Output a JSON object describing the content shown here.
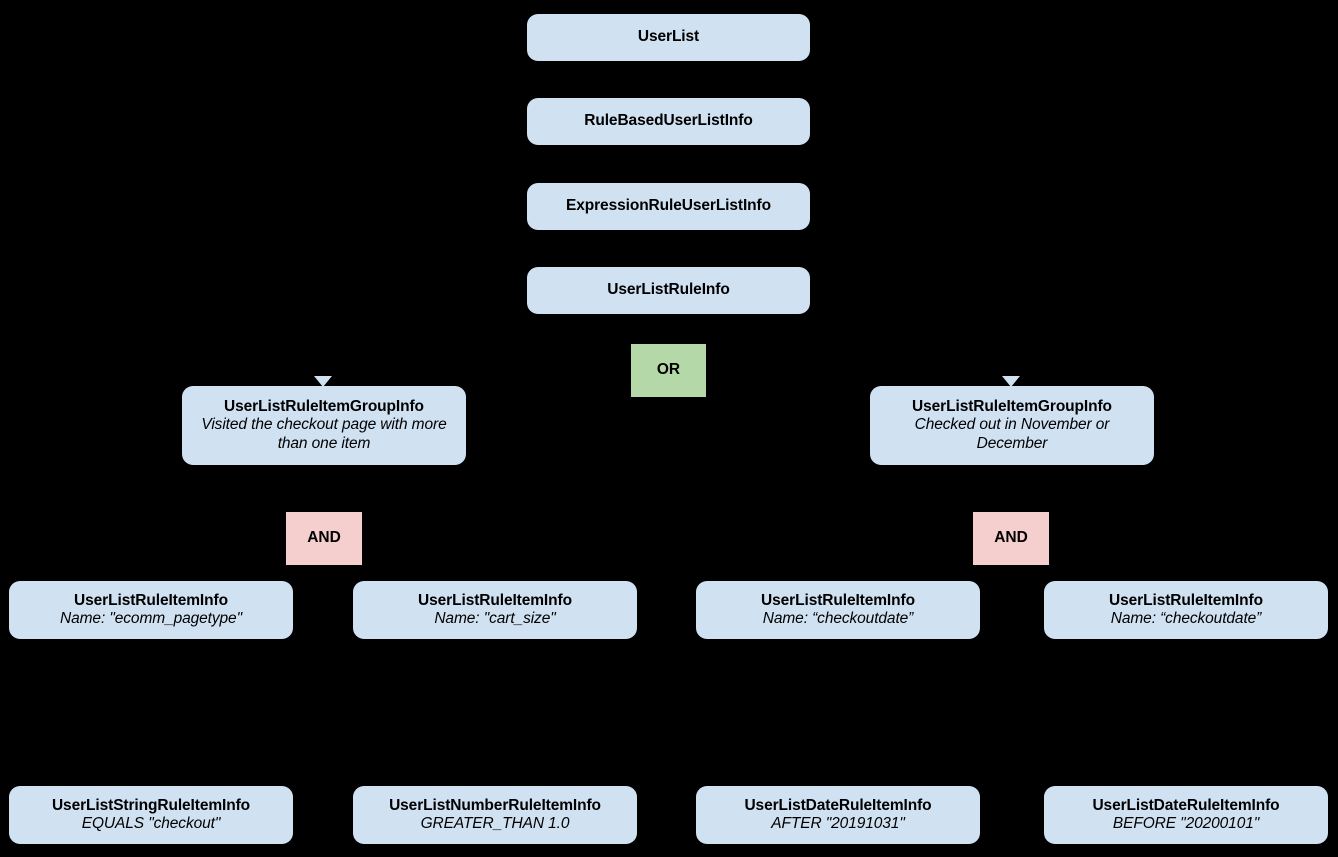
{
  "diagram": {
    "type": "hierarchy-tree",
    "background_color": "#000000",
    "entity_color": "#d0e1f2",
    "or_color": "#b4d8a8",
    "and_color": "#f5cece",
    "text_color": "#000000"
  },
  "nodes": {
    "user_list": {
      "title": "UserList"
    },
    "rule_based_user_list_info": {
      "title": "RuleBasedUserListInfo"
    },
    "expression_rule_user_list_info": {
      "title": "ExpressionRuleUserListInfo"
    },
    "user_list_rule_info": {
      "title": "UserListRuleInfo"
    },
    "or_operator": {
      "label": "OR"
    },
    "group_left": {
      "title": "UserListRuleItemGroupInfo",
      "desc": "Visited the checkout page with more than one item"
    },
    "group_right": {
      "title": "UserListRuleItemGroupInfo",
      "desc": "Checked out in November or December"
    },
    "and_left": {
      "label": "AND"
    },
    "and_right": {
      "label": "AND"
    },
    "item_1": {
      "title": "UserListRuleItemInfo",
      "desc": "Name: \"ecomm_pagetype\""
    },
    "item_2": {
      "title": "UserListRuleItemInfo",
      "desc": "Name: \"cart_size\""
    },
    "item_3": {
      "title": "UserListRuleItemInfo",
      "desc": "Name: “checkoutdate”"
    },
    "item_4": {
      "title": "UserListRuleItemInfo",
      "desc": "Name: “checkoutdate”"
    },
    "leaf_1": {
      "title": "UserListStringRuleItemInfo",
      "desc": "EQUALS \"checkout\""
    },
    "leaf_2": {
      "title": "UserListNumberRuleItemInfo",
      "desc": "GREATER_THAN 1.0"
    },
    "leaf_3": {
      "title": "UserListDateRuleItemInfo",
      "desc": "AFTER \"20191031\""
    },
    "leaf_4": {
      "title": "UserListDateRuleItemInfo",
      "desc": "BEFORE \"20200101\""
    }
  }
}
